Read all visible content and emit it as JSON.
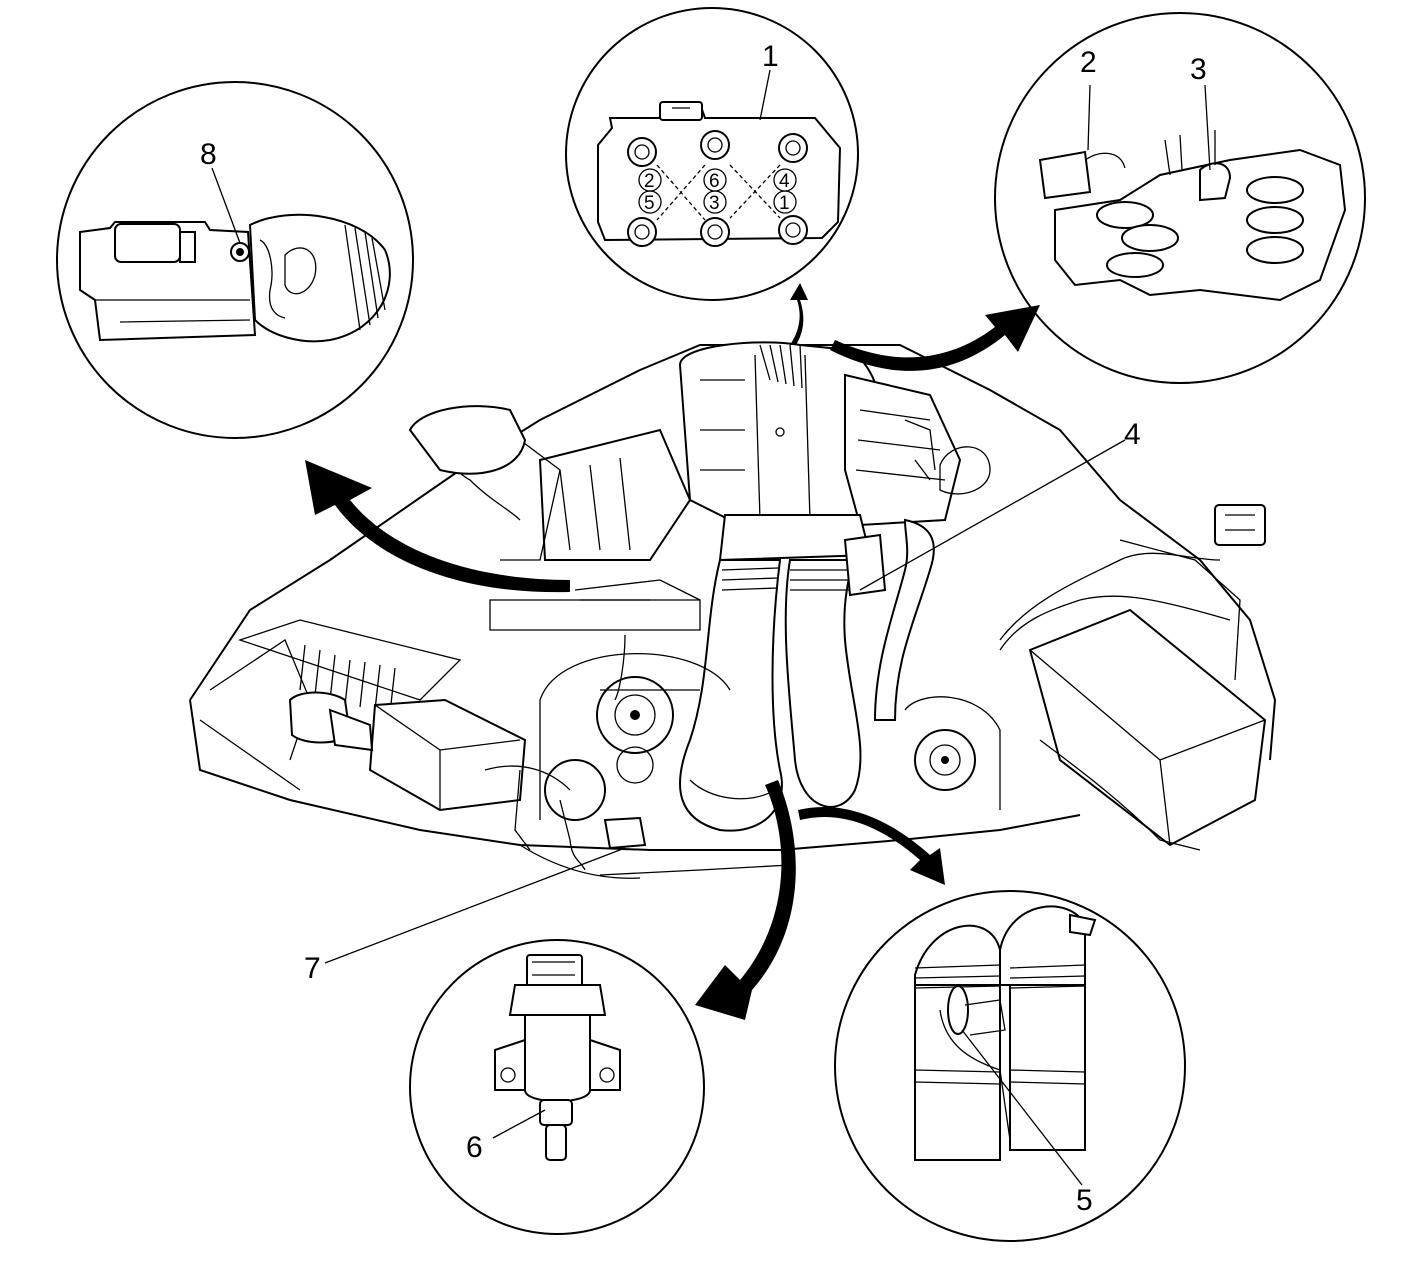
{
  "callouts": {
    "c1": "1",
    "c2": "2",
    "c3": "3",
    "c4": "4",
    "c5": "5",
    "c6": "6",
    "c7": "7",
    "c8": "8"
  },
  "coil_pack": {
    "cylinders_top": [
      "2",
      "6",
      "4"
    ],
    "cylinders_bottom": [
      "5",
      "3",
      "1"
    ]
  },
  "colors": {
    "ink": "#000000",
    "paper": "#ffffff"
  }
}
